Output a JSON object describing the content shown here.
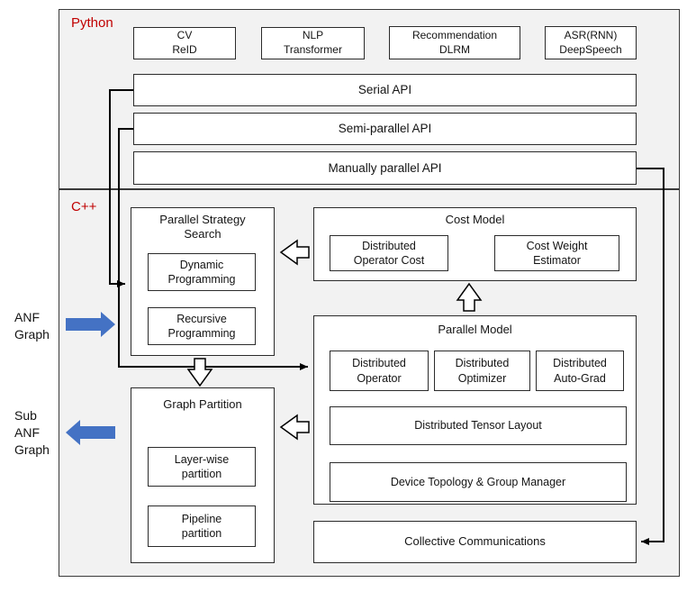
{
  "sections": {
    "python": "Python",
    "cpp": "C++"
  },
  "workloads": [
    {
      "line1": "CV",
      "line2": "ReID"
    },
    {
      "line1": "NLP",
      "line2": "Transformer"
    },
    {
      "line1": "Recommendation",
      "line2": "DLRM"
    },
    {
      "line1": "ASR(RNN)",
      "line2": "DeepSpeech"
    }
  ],
  "apis": [
    "Serial API",
    "Semi-parallel API",
    "Manually parallel API"
  ],
  "strategy_search": {
    "title": "Parallel Strategy Search",
    "items": [
      "Dynamic Programming",
      "Recursive Programming"
    ]
  },
  "cost_model": {
    "title": "Cost Model",
    "items": [
      "Distributed Operator Cost",
      "Cost Weight Estimator"
    ]
  },
  "parallel_model": {
    "title": "Parallel Model",
    "top_items": [
      "Distributed Operator",
      "Distributed Optimizer",
      "Distributed Auto-Grad"
    ],
    "wide_items": [
      "Distributed Tensor Layout",
      "Device Topology & Group Manager"
    ]
  },
  "graph_partition": {
    "title": "Graph Partition",
    "items": [
      "Layer-wise partition",
      "Pipeline partition"
    ]
  },
  "collective_communications": "Collective Communications",
  "side": {
    "input": "ANF\nGraph",
    "output": "Sub\nANF\nGraph"
  },
  "colors": {
    "section_label": "#c00000",
    "flow_arrow": "#4472c4",
    "border": "#2b2b2b",
    "section_background": "#f2f2f2",
    "box_background": "#ffffff"
  }
}
